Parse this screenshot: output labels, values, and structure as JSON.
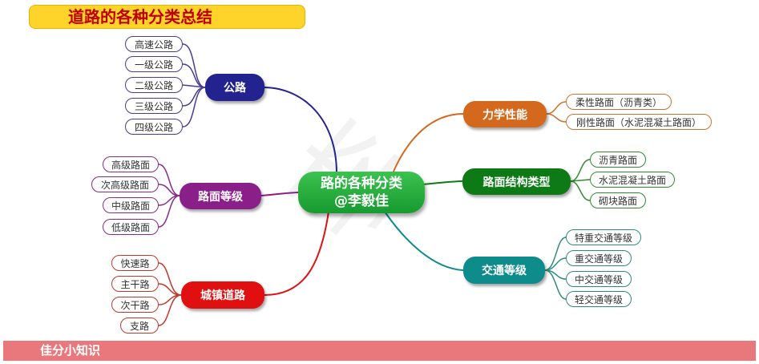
{
  "title": "道路的各种分类总结",
  "footer": "佳分小知识",
  "center": {
    "line1": "路的各种分类",
    "line2": "@李毅佳",
    "color": "#1faa3a"
  },
  "branches": [
    {
      "id": "gonglu",
      "label": "公路",
      "color": "#23238f",
      "leaf_border": "#4a3d8f",
      "leaves": [
        "高速公路",
        "一级公路",
        "二级公路",
        "三级公路",
        "四级公路"
      ]
    },
    {
      "id": "lumian-dengji",
      "label": "路面等级",
      "color": "#8a1f8a",
      "leaf_border": "#8a2a8a",
      "leaves": [
        "高级路面",
        "次高级路面",
        "中级路面",
        "低级路面"
      ]
    },
    {
      "id": "chengzhen",
      "label": "城镇道路",
      "color": "#e01010",
      "leaf_border": "#c0392b",
      "leaves": [
        "快速路",
        "主干路",
        "次干路",
        "支路"
      ]
    },
    {
      "id": "lixue",
      "label": "力学性能",
      "color": "#d4691e",
      "leaf_border": "#c87533",
      "leaves": [
        "柔性路面（沥青类）",
        "刚性路面（水泥混凝土路面）"
      ]
    },
    {
      "id": "jiegou",
      "label": "路面结构类型",
      "color": "#0e7a16",
      "leaf_border": "#2e8b2e",
      "leaves": [
        "沥青路面",
        "水泥混凝土路面",
        "砌块路面"
      ]
    },
    {
      "id": "jiaotong",
      "label": "交通等级",
      "color": "#0e8b8b",
      "leaf_border": "#2e8b7a",
      "leaves": [
        "特重交通等级",
        "重交通等级",
        "中交通等级",
        "轻交通等级"
      ]
    }
  ]
}
